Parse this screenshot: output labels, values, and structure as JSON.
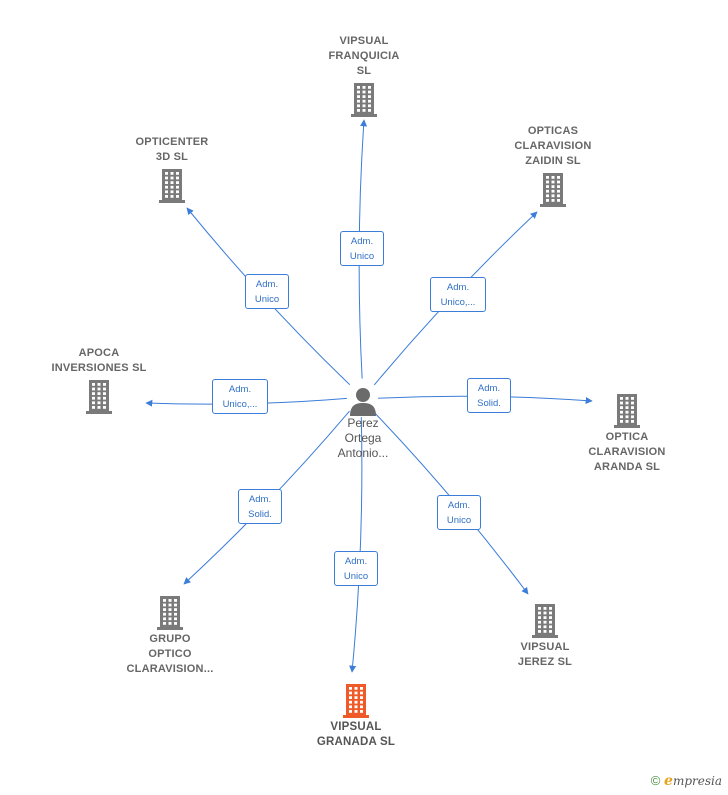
{
  "center": {
    "name": "Perez\nOrtega\nAntonio..."
  },
  "nodes": [
    {
      "id": "vipsual-franquicia",
      "label": "VIPSUAL\nFRANQUICIA\nSL",
      "highlight": false
    },
    {
      "id": "opticas-claravision-zaidin",
      "label": "OPTICAS\nCLARAVISION\nZAIDIN  SL",
      "highlight": false
    },
    {
      "id": "opticenter-3d",
      "label": "OPTICENTER\n3D  SL",
      "highlight": false
    },
    {
      "id": "apoca-inversiones",
      "label": "APOCA\nINVERSIONES SL",
      "highlight": false
    },
    {
      "id": "optica-claravision-aranda",
      "label": "OPTICA\nCLARAVISION\nARANDA  SL",
      "highlight": false
    },
    {
      "id": "grupo-optico-claravision",
      "label": "GRUPO\nOPTICO\nCLARAVISION...",
      "highlight": false
    },
    {
      "id": "vipsual-jerez",
      "label": "VIPSUAL\nJEREZ  SL",
      "highlight": false
    },
    {
      "id": "vipsual-granada",
      "label": "VIPSUAL\nGRANADA  SL",
      "highlight": true
    }
  ],
  "edges": [
    {
      "to": "vipsual-franquicia",
      "label": "Adm.\nUnico"
    },
    {
      "to": "opticas-claravision-zaidin",
      "label": "Adm.\nUnico,..."
    },
    {
      "to": "opticenter-3d",
      "label": "Adm.\nUnico"
    },
    {
      "to": "apoca-inversiones",
      "label": "Adm.\nUnico,..."
    },
    {
      "to": "optica-claravision-aranda",
      "label": "Adm.\nSolid."
    },
    {
      "to": "grupo-optico-claravision",
      "label": "Adm.\nSolid."
    },
    {
      "to": "vipsual-jerez",
      "label": "Adm.\nUnico"
    },
    {
      "to": "vipsual-granada",
      "label": "Adm.\nUnico"
    }
  ],
  "colors": {
    "edge": "#3b7dd8",
    "building": "#7a7a7a",
    "building_highlight": "#f05a28",
    "person": "#6b6b6b"
  },
  "footer": {
    "copyright": "©",
    "brand_initial": "e",
    "brand_rest": "mpresia"
  }
}
